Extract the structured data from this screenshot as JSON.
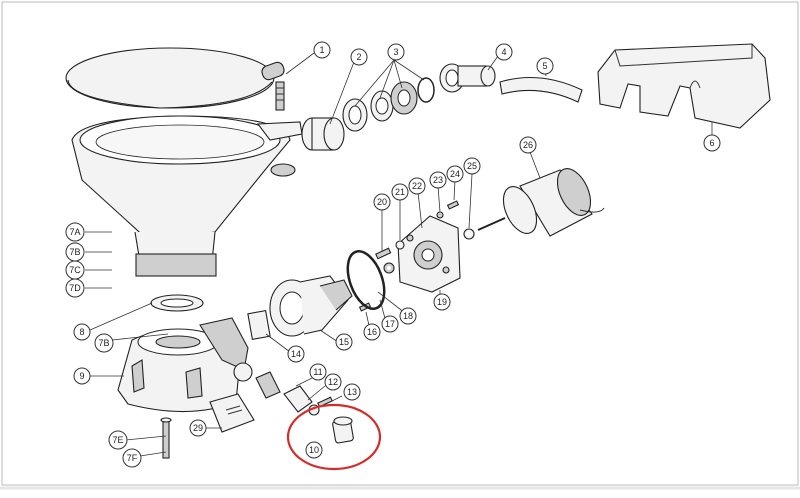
{
  "callouts": {
    "c1": "1",
    "c2": "2",
    "c3": "3",
    "c4": "4",
    "c5": "5",
    "c6": "6",
    "c7A": "7A",
    "c7B": "7B",
    "c7C": "7C",
    "c7D": "7D",
    "c7B2": "7B",
    "c7E": "7E",
    "c7F": "7F",
    "c8": "8",
    "c9": "9",
    "c10": "10",
    "c11": "11",
    "c12": "12",
    "c13": "13",
    "c14": "14",
    "c15": "15",
    "c16": "16",
    "c17": "17",
    "c18": "18",
    "c19": "19",
    "c20": "20",
    "c21": "21",
    "c22": "22",
    "c23": "23",
    "c24": "24",
    "c25": "25",
    "c26": "26",
    "c29": "29"
  },
  "highlight_color": "#d62b2b"
}
